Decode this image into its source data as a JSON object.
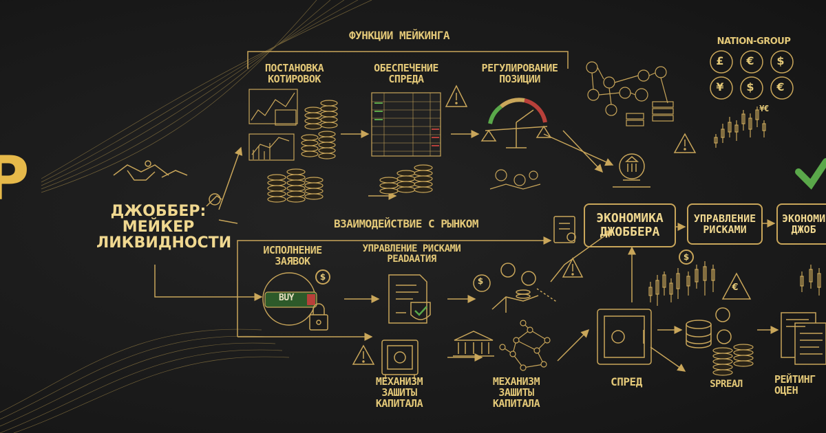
{
  "brand": {
    "logo_letter": "P",
    "name": "NATION-GROUP"
  },
  "currency_symbols": [
    "£",
    "€",
    "$",
    "¥",
    "$",
    "€"
  ],
  "currency_small": "¥€",
  "section_titles": {
    "making_functions": "ФУНКЦИИ МЕЙКИНГА",
    "market_interaction": "ВЗАИМОДЕЙСТВИЕ С РЫНКОМ"
  },
  "steps": {
    "quotes": "ПОСТАНОВКА\nКОТИРОВОК",
    "spread": "ОБЕСПЕЧЕНИЕ\nСПРЕДА",
    "position": "РЕГУЛИРОВАНИЕ\nПОЗИЦИИ",
    "execution": "ИСПОЛНЕНИЕ\nЗАЯВОК",
    "risk": "УПРАВЛЕНИЕ РИСКАМИ\nРЕАDААТИЯ",
    "protection_1": "МЕХАНИЗМ\nЗАШИТЫ\nКАПИТАЛА",
    "protection_2": "МЕХАНИЗМ\nЗАШИТЫ\nКАПИТАЛА"
  },
  "main_title": "ДЖОББЕР:\nМЕЙКЕР\nЛИКВИДНОСТИ",
  "flow_boxes": {
    "economics": "ЭКОНОМИКА\nДЖОББЕРА",
    "risk_mgmt": "УПРАВЛЕНИЕ\nРИСКАМИ",
    "economics_cut": "ЭКОНОМИ\nДЖОБ"
  },
  "bottom_labels": {
    "spread_ru": "СПРЕД",
    "spread_en": "SPREAЛ",
    "ratings": "РЕЙТИНГ\nОЦЕН"
  },
  "buy_label": "BUY",
  "colors": {
    "gold": "#c9a65a",
    "gold_light": "#f0d890",
    "background": "#1b1b1b",
    "green": "#5aa84a",
    "red": "#b8403a"
  }
}
